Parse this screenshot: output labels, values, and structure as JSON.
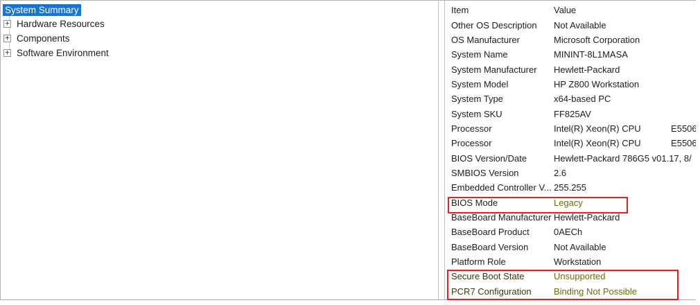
{
  "tree": {
    "items": [
      {
        "label": "System Summary",
        "selected": true,
        "expandable": false
      },
      {
        "label": "Hardware Resources",
        "selected": false,
        "expandable": true
      },
      {
        "label": "Components",
        "selected": false,
        "expandable": true
      },
      {
        "label": "Software Environment",
        "selected": false,
        "expandable": true
      }
    ],
    "expand_glyph": "+"
  },
  "details": {
    "columns": {
      "item": "Item",
      "value": "Value"
    },
    "rows": [
      {
        "item": "Other OS Description",
        "value": "Not Available"
      },
      {
        "item": "OS Manufacturer",
        "value": "Microsoft Corporation"
      },
      {
        "item": "System Name",
        "value": "MININT-8L1MASA"
      },
      {
        "item": "System Manufacturer",
        "value": "Hewlett-Packard"
      },
      {
        "item": "System Model",
        "value": "HP Z800 Workstation"
      },
      {
        "item": "System Type",
        "value": "x64-based PC"
      },
      {
        "item": "System SKU",
        "value": "FF825AV"
      },
      {
        "item": "Processor",
        "value": "Intel(R) Xeon(R) CPU            E5506"
      },
      {
        "item": "Processor",
        "value": "Intel(R) Xeon(R) CPU            E5506"
      },
      {
        "item": "BIOS Version/Date",
        "value": "Hewlett-Packard 786G5 v01.17, 8/"
      },
      {
        "item": "SMBIOS Version",
        "value": "2.6"
      },
      {
        "item": "Embedded Controller V...",
        "value": "255.255"
      },
      {
        "item": "BIOS Mode",
        "value": "Legacy",
        "value_style": "olive"
      },
      {
        "item": "BaseBoard Manufacturer",
        "value": "Hewlett-Packard"
      },
      {
        "item": "BaseBoard Product",
        "value": "0AECh"
      },
      {
        "item": "BaseBoard Version",
        "value": "Not Available"
      },
      {
        "item": "Platform Role",
        "value": "Workstation"
      },
      {
        "item": "Secure Boot State",
        "value": "Unsupported",
        "item_style": "olive-dark",
        "value_style": "olive"
      },
      {
        "item": "PCR7 Configuration",
        "value": "Binding Not Possible",
        "item_style": "olive-dark",
        "value_style": "olive"
      }
    ]
  },
  "annotations": {
    "bios_mode_box": {
      "target": "BIOS Mode row",
      "color": "#e02125"
    },
    "secure_boot_box": {
      "target": "Secure Boot State and PCR7 Configuration rows",
      "color": "#e02125"
    }
  },
  "colors": {
    "selection_blue": "#1574d4",
    "annotation_red": "#e02125",
    "olive_value": "#6f6a0a",
    "panel_border": "#c0c0c0"
  }
}
